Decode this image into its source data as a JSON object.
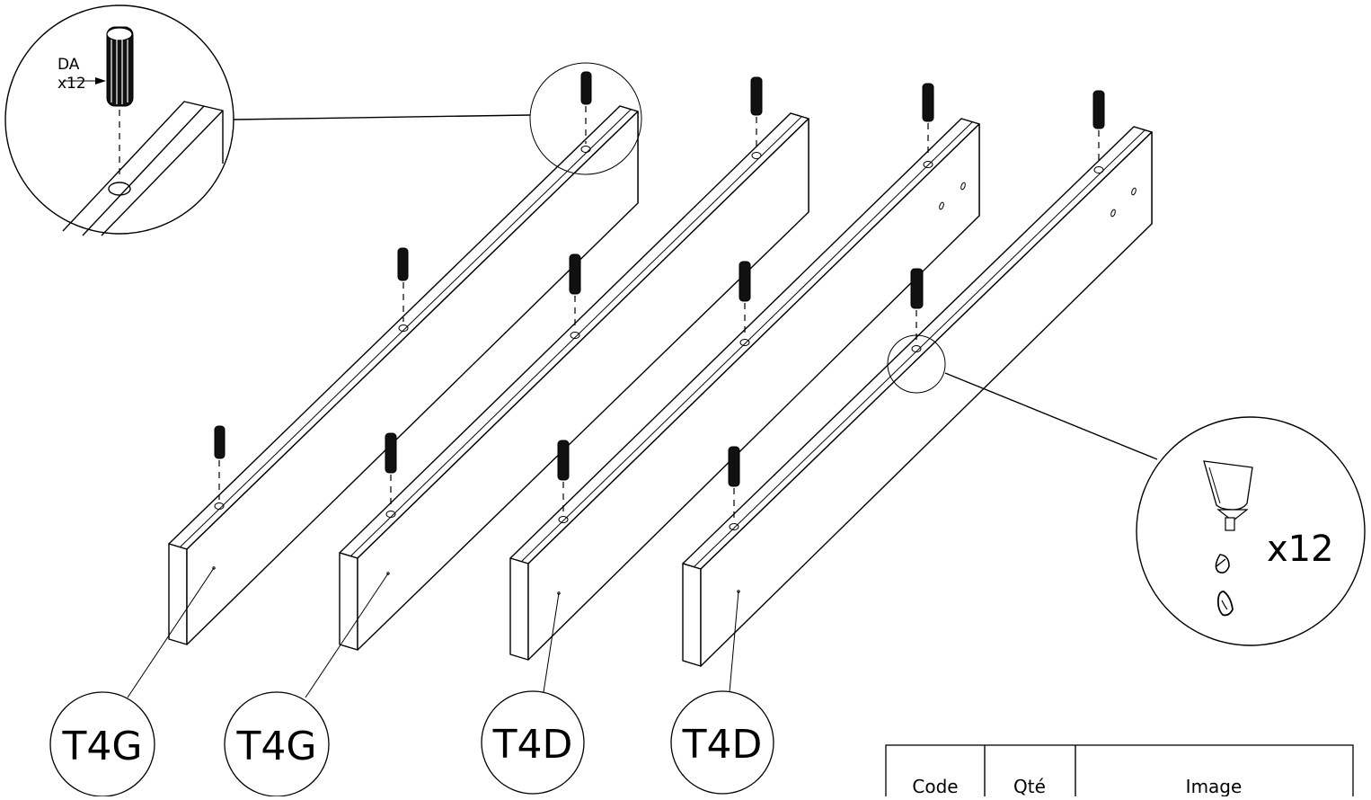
{
  "detail_callout": {
    "code": "DA",
    "quantity": "x12"
  },
  "glue_callout": {
    "quantity": "x12"
  },
  "parts": [
    {
      "label": "T4G"
    },
    {
      "label": "T4G"
    },
    {
      "label": "T4D"
    },
    {
      "label": "T4D"
    }
  ],
  "parts_table": {
    "headers": [
      "Code",
      "Qté",
      "Image"
    ]
  }
}
